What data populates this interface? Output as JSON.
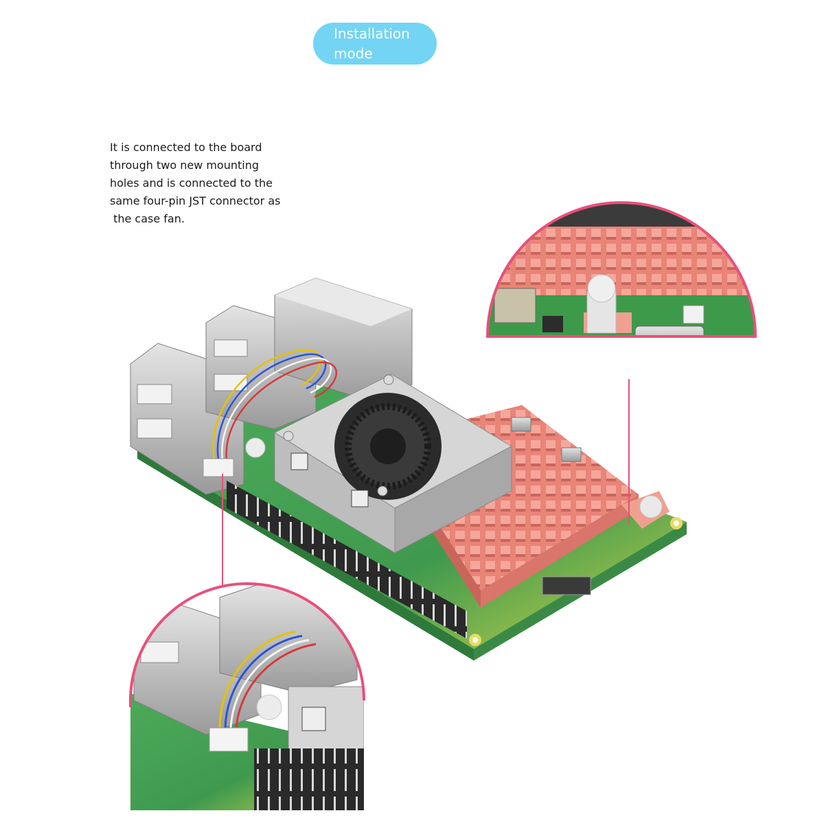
{
  "badge": {
    "line1": "Installation",
    "line2": "mode",
    "color": "#74d4f4"
  },
  "description": {
    "lines": [
      "It is connected to the board",
      "through two new mounting",
      "holes and is connected to the",
      "same four-pin JST connector as",
      " the case fan."
    ]
  },
  "colors": {
    "callout_border": "#e8507a",
    "board_green": "#3f9a4e",
    "heatsink": "#f08a7e",
    "fan_body": "#c9c9c9"
  }
}
